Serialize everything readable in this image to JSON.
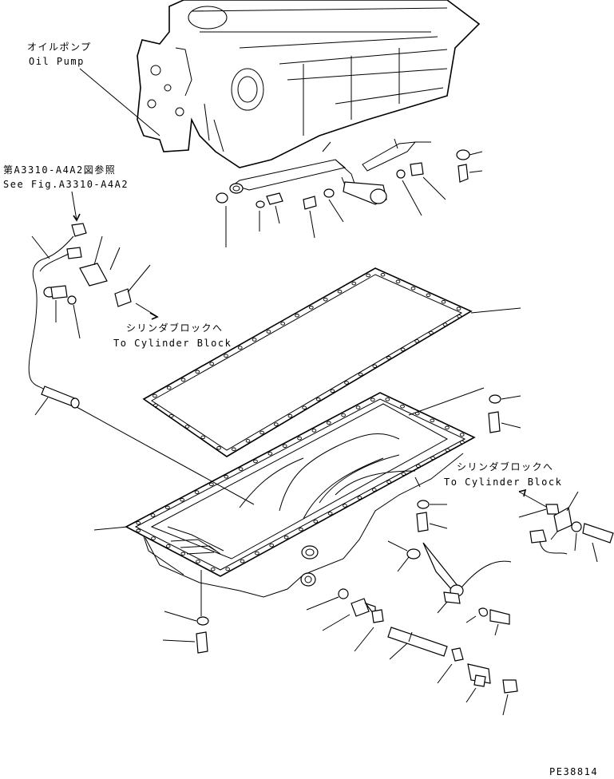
{
  "labels": {
    "oil_pump_jp": "オイルポンプ",
    "oil_pump_en": "Oil Pump",
    "see_fig_jp": "第A3310-A4A2図参照",
    "see_fig_en": "See Fig.A3310-A4A2",
    "to_block_1_jp": "シリンダブロックへ",
    "to_block_1_en": "To Cylinder Block",
    "to_block_2_jp": "シリンダブロックへ",
    "to_block_2_en": "To Cylinder Block",
    "drawing_number": "PE38814"
  }
}
